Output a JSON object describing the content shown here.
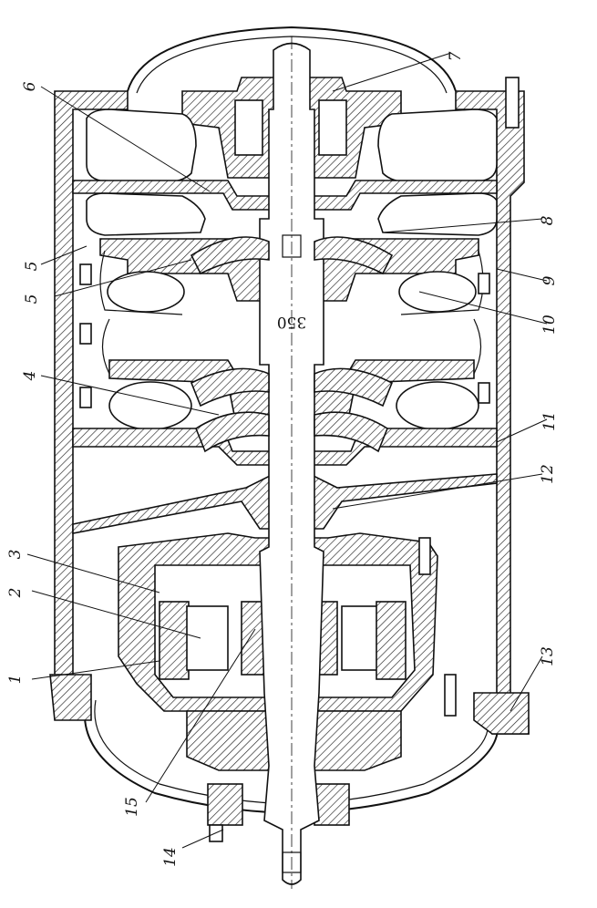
{
  "drawing": {
    "shaft_marking": "350",
    "callouts": [
      {
        "id": "c1",
        "label": "1"
      },
      {
        "id": "c2",
        "label": "2"
      },
      {
        "id": "c3",
        "label": "3"
      },
      {
        "id": "c4",
        "label": "4"
      },
      {
        "id": "c5a",
        "label": "5"
      },
      {
        "id": "c5b",
        "label": "5"
      },
      {
        "id": "c6",
        "label": "6"
      },
      {
        "id": "c7",
        "label": "7"
      },
      {
        "id": "c8",
        "label": "8"
      },
      {
        "id": "c9",
        "label": "9"
      },
      {
        "id": "c10",
        "label": "10"
      },
      {
        "id": "c11",
        "label": "11"
      },
      {
        "id": "c12",
        "label": "12"
      },
      {
        "id": "c13",
        "label": "13"
      },
      {
        "id": "c14",
        "label": "14"
      },
      {
        "id": "c15",
        "label": "15"
      }
    ]
  }
}
